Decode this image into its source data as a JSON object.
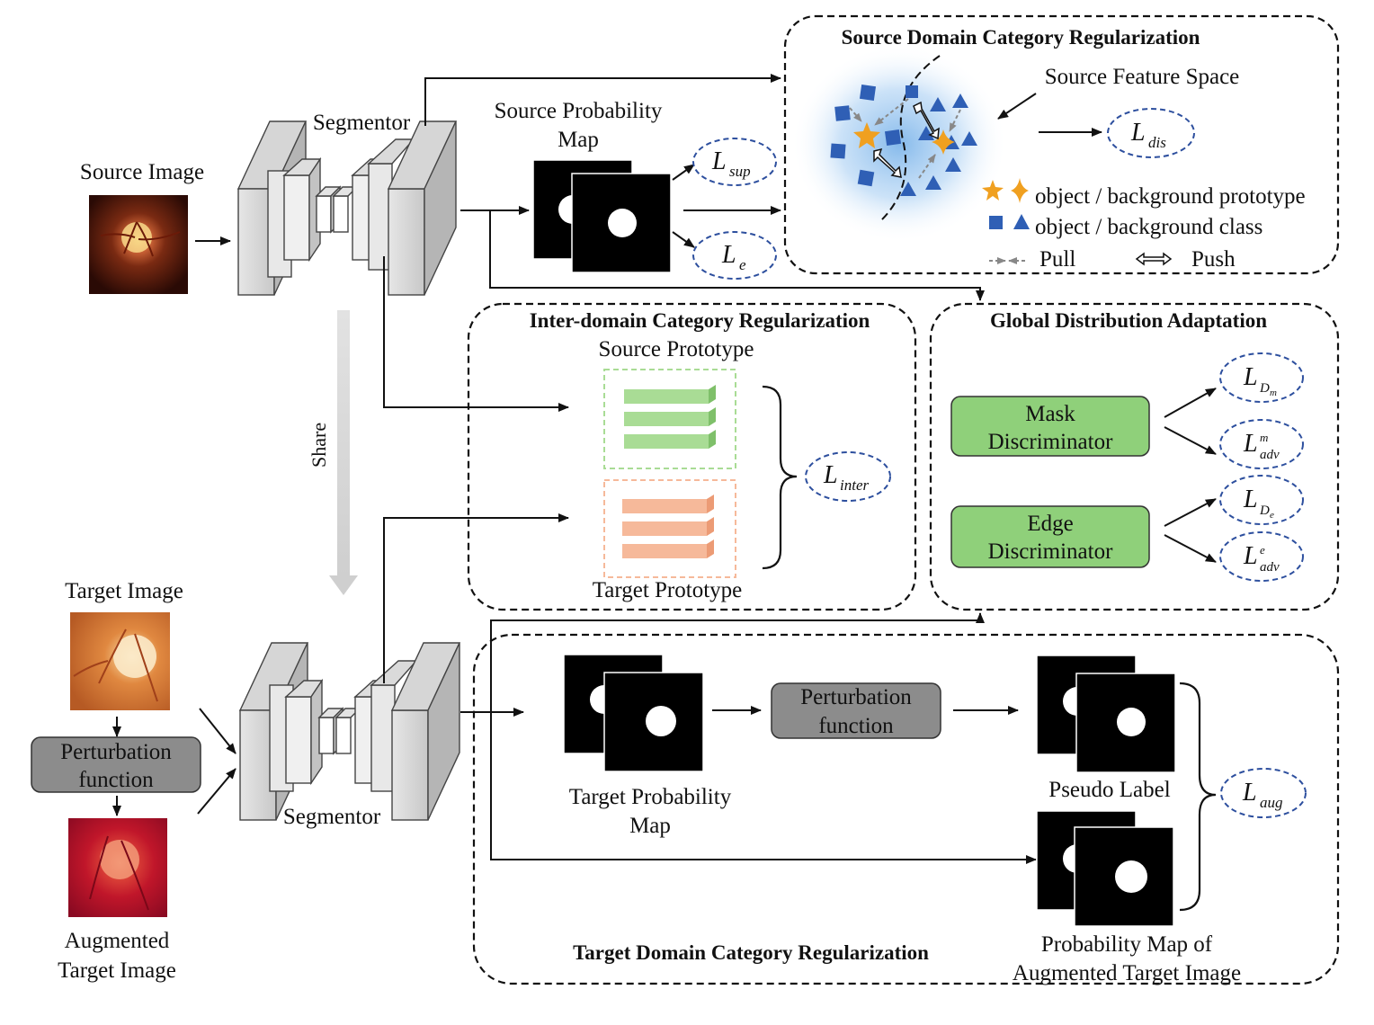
{
  "labels": {
    "source_image": "Source Image",
    "target_image": "Target Image",
    "augmented_line1": "Augmented",
    "augmented_line2": "Target Image",
    "segmentor_top": "Segmentor",
    "segmentor_bottom": "Segmentor",
    "share": "Share",
    "perturb_left_line1": "Perturbation",
    "perturb_left_line2": "function",
    "perturb_mid_line1": "Perturbation",
    "perturb_mid_line2": "function",
    "source_prob_line1": "Source Probability",
    "source_prob_line2": "Map",
    "target_prob_line1": "Target Probability",
    "target_prob_line2": "Map",
    "pseudo_label": "Pseudo Label",
    "prob_aug_line1": "Probability Map of",
    "prob_aug_line2": "Augmented  Target Image"
  },
  "panels": {
    "source_domain": {
      "title": "Source Domain Category Regularization",
      "feature_space": "Source Feature Space",
      "legend_prototype": "object / background prototype",
      "legend_class": "object / background  class",
      "legend_pull": "Pull",
      "legend_push": "Push"
    },
    "inter_domain": {
      "title": "Inter-domain Category Regularization",
      "source_prototype": "Source Prototype",
      "target_prototype": "Target Prototype"
    },
    "global": {
      "title": "Global Distribution Adaptation",
      "mask_line1": "Mask",
      "mask_line2": "Discriminator",
      "edge_line1": "Edge",
      "edge_line2": "Discriminator"
    },
    "target_domain": {
      "title": "Target Domain Category Regularization"
    }
  },
  "losses": {
    "sup": {
      "main": "L",
      "sub": "sup",
      "sup": ""
    },
    "e": {
      "main": "L",
      "sub": "e",
      "sup": ""
    },
    "dis": {
      "main": "L",
      "sub": "dis",
      "sup": ""
    },
    "inter": {
      "main": "L",
      "sub": "inter",
      "sup": ""
    },
    "d_m": {
      "main": "L",
      "sub": "D",
      "subsub": "m",
      "sup": ""
    },
    "adv_m": {
      "main": "L",
      "sub": "adv",
      "sup": "m"
    },
    "d_e": {
      "main": "L",
      "sub": "D",
      "subsub": "e",
      "sup": ""
    },
    "adv_e": {
      "main": "L",
      "sub": "adv",
      "sup": "e"
    },
    "aug": {
      "main": "L",
      "sub": "aug",
      "sup": ""
    }
  },
  "colors": {
    "loss_ellipse": "#2d4f9e",
    "class_marker": "#2f5fb5",
    "prototype_star": "#f0a020",
    "discriminator_fill": "#8fd07a",
    "source_proto_fill": "#a9dc95",
    "target_proto_fill": "#f6b99a",
    "perturb_fill": "#8c8c8c",
    "feature_glow": "#7fb6ea"
  }
}
